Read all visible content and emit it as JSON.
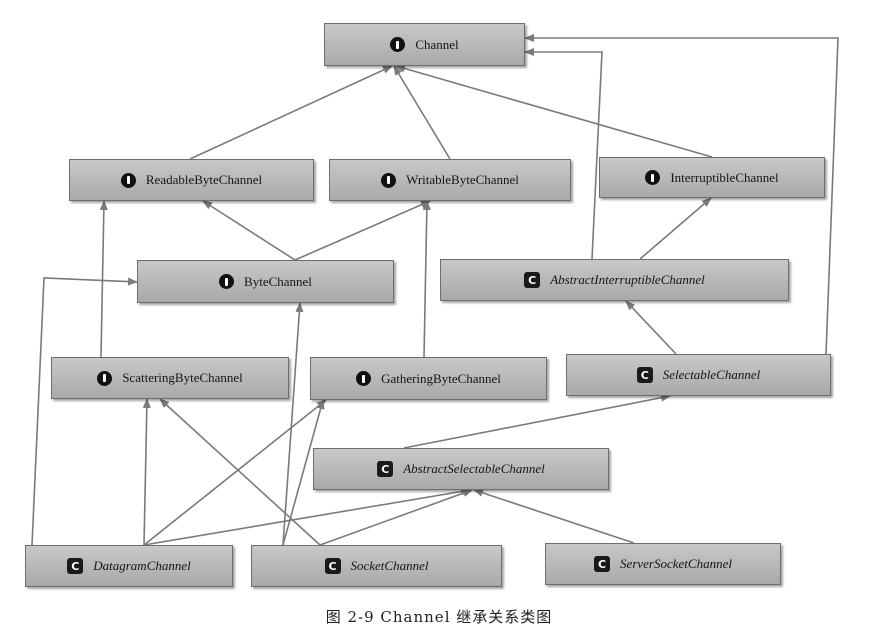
{
  "nodes": [
    {
      "id": "channel",
      "label": "Channel",
      "kind": "interface",
      "icon": "interface-icon"
    },
    {
      "id": "readable",
      "label": "ReadableByteChannel",
      "kind": "interface",
      "icon": "interface-icon"
    },
    {
      "id": "writable",
      "label": "WritableByteChannel",
      "kind": "interface",
      "icon": "interface-icon"
    },
    {
      "id": "interruptible",
      "label": "InterruptibleChannel",
      "kind": "interface",
      "icon": "interface-icon"
    },
    {
      "id": "byte",
      "label": "ByteChannel",
      "kind": "interface",
      "icon": "interface-icon"
    },
    {
      "id": "absInterruptible",
      "label": "AbstractInterruptibleChannel",
      "kind": "abstract-class",
      "icon": "abstract-class-icon"
    },
    {
      "id": "scattering",
      "label": "ScatteringByteChannel",
      "kind": "interface",
      "icon": "interface-icon"
    },
    {
      "id": "gathering",
      "label": "GatheringByteChannel",
      "kind": "interface",
      "icon": "interface-icon"
    },
    {
      "id": "selectable",
      "label": "SelectableChannel",
      "kind": "abstract-class",
      "icon": "abstract-class-icon"
    },
    {
      "id": "absSelectable",
      "label": "AbstractSelectableChannel",
      "kind": "abstract-class",
      "icon": "abstract-class-icon"
    },
    {
      "id": "datagram",
      "label": "DatagramChannel",
      "kind": "abstract-class",
      "icon": "abstract-class-icon"
    },
    {
      "id": "socket",
      "label": "SocketChannel",
      "kind": "abstract-class",
      "icon": "abstract-class-icon"
    },
    {
      "id": "serverSocket",
      "label": "ServerSocketChannel",
      "kind": "abstract-class",
      "icon": "abstract-class-icon"
    }
  ],
  "edges": [
    {
      "from": "readable",
      "to": "channel"
    },
    {
      "from": "writable",
      "to": "channel"
    },
    {
      "from": "interruptible",
      "to": "channel"
    },
    {
      "from": "byte",
      "to": "readable"
    },
    {
      "from": "byte",
      "to": "writable"
    },
    {
      "from": "scattering",
      "to": "readable"
    },
    {
      "from": "gathering",
      "to": "writable"
    },
    {
      "from": "absInterruptible",
      "to": "interruptible"
    },
    {
      "from": "absInterruptible",
      "to": "channel"
    },
    {
      "from": "selectable",
      "to": "absInterruptible"
    },
    {
      "from": "selectable",
      "to": "channel"
    },
    {
      "from": "absSelectable",
      "to": "selectable"
    },
    {
      "from": "datagram",
      "to": "byte"
    },
    {
      "from": "datagram",
      "to": "scattering"
    },
    {
      "from": "datagram",
      "to": "gathering"
    },
    {
      "from": "datagram",
      "to": "absSelectable"
    },
    {
      "from": "socket",
      "to": "byte"
    },
    {
      "from": "socket",
      "to": "gathering"
    },
    {
      "from": "socket",
      "to": "scattering"
    },
    {
      "from": "socket",
      "to": "absSelectable"
    },
    {
      "from": "serverSocket",
      "to": "absSelectable"
    }
  ],
  "caption": "图 2-9   Channel 继承关系类图",
  "colors": {
    "node_fill_top": "#c8c8c8",
    "node_fill_bottom": "#a9a9a9",
    "edge": "#7a7a7a",
    "text": "#151515"
  }
}
